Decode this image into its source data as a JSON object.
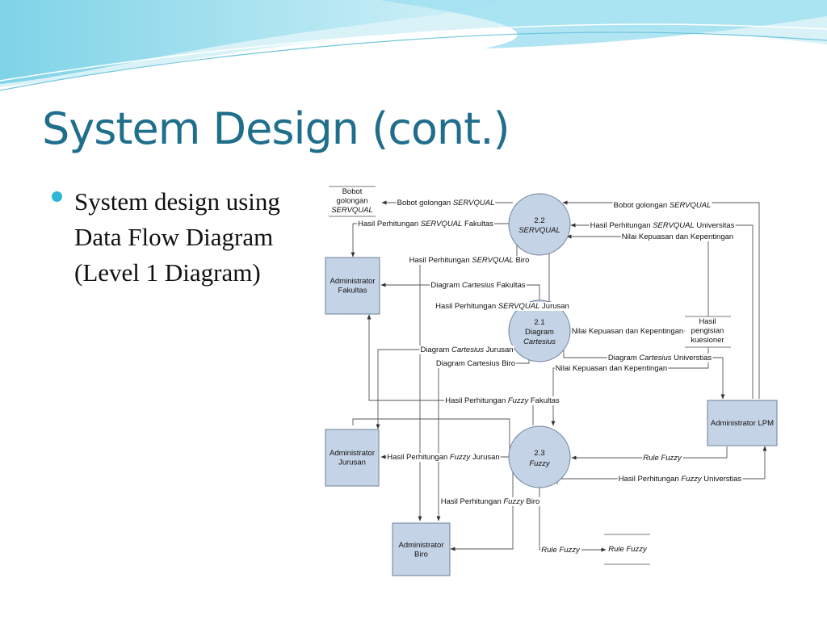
{
  "slide": {
    "title": "System Design (cont.)",
    "bullets": [
      "System design using Data Flow Diagram (Level 1 Diagram)"
    ]
  },
  "colors": {
    "title": "#1f6e8c",
    "bullet": "#2fb6d6",
    "wave_light": "#c9eef6",
    "wave_mid": "#8fd9ea",
    "wave_dark": "#5fc6de",
    "entity_fill": "#c5d3e6",
    "process_fill": "#c5d3e6"
  },
  "diagram": {
    "entities": {
      "fakultas": "Administrator\nFakultas",
      "jurusan": "Administrator\nJurusan",
      "biro": "Administrator\nBiro",
      "lpm": "Administrator LPM"
    },
    "processes": {
      "servqual": [
        "2.2",
        "SERVQUAL"
      ],
      "cartesius": [
        "2.1",
        "Diagram",
        "Cartesius"
      ],
      "fuzzy": [
        "2.3",
        "Fuzzy"
      ]
    },
    "stores": {
      "bobot": "Bobot\ngolongan\nSERVQUAL",
      "hasil_kuesioner": "Hasil\npengisian\nkuesioner",
      "rule_fuzzy": "Rule Fuzzy"
    },
    "flows": {
      "bobot_to_store": "Bobot golongan SERVQUAL",
      "bobot_from_lpm": "Bobot golongan SERVQUAL",
      "servqual_fakultas": "Hasil Perhitungan SERVQUAL Fakultas",
      "servqual_universitas": "Hasil Perhitungan SERVQUAL Universitas",
      "nilai_servqual": "Nilai Kepuasan dan Kepentingan",
      "servqual_biro": "Hasil Perhitungan SERVQUAL Biro",
      "cartesius_fakultas": "Diagram Cartesius Fakultas",
      "servqual_jurusan": "Hasil Perhitungan SERVQUAL Jurusan",
      "nilai_cartesius": "Nilai Kepuasan dan Kepentingan",
      "cartesius_jurusan": "Diagram Cartesius Jurusan",
      "cartesius_universitas": "Diagram Cartesius Universtias",
      "cartesius_biro": "Diagram Cartesius Biro",
      "nilai_lpm": "Nilai Kepuasan dan Kepentingan",
      "fuzzy_fakultas": "Hasil Perhitungan Fuzzy Fakultas",
      "fuzzy_jurusan": "Hasil Perhitungan Fuzzy Jurusan",
      "rule_lpm": "Rule Fuzzy",
      "fuzzy_universitas": "Hasil Perhitungan Fuzzy Universtias",
      "fuzzy_biro": "Hasil Perhitungan Fuzzy Biro",
      "rule_store": "Rule Fuzzy"
    }
  }
}
